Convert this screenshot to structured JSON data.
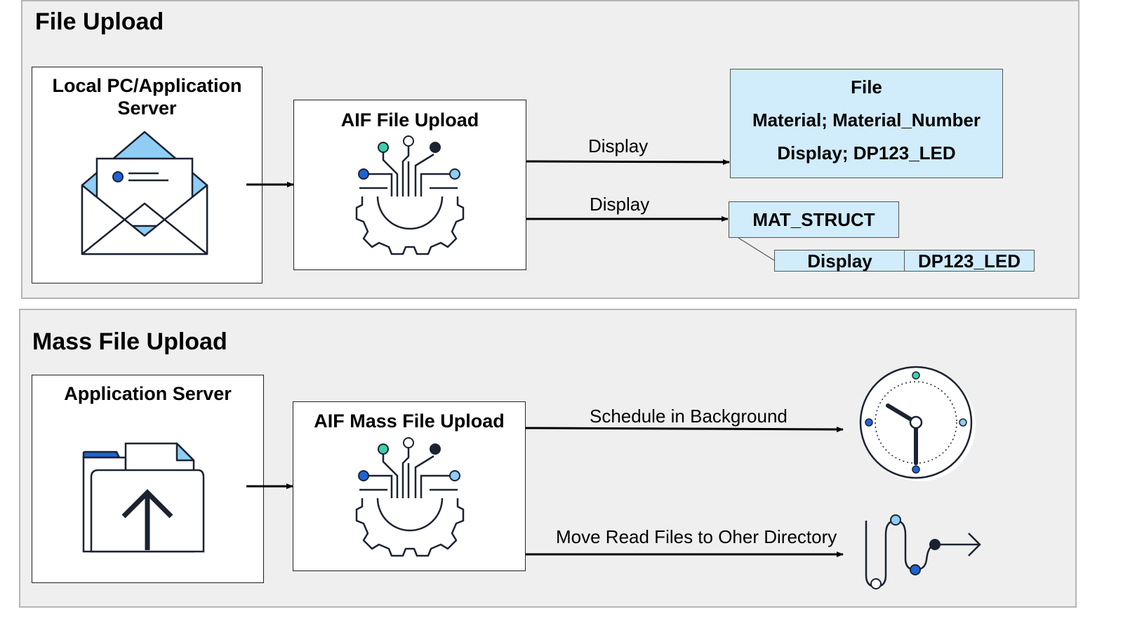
{
  "file_upload": {
    "title": "File Upload",
    "source_box": {
      "title_line1": "Local PC/Application",
      "title_line2": "Server",
      "icon": "envelope-icon"
    },
    "aif_box": {
      "title": "AIF File Upload",
      "icon": "gear-circuit-icon"
    },
    "flow1": {
      "label": "Display",
      "file_box": {
        "title": "File",
        "line1": "Material; Material_Number",
        "line2": "Display; DP123_LED"
      }
    },
    "flow2": {
      "label": "Display",
      "struct_box": {
        "title": "MAT_STRUCT",
        "field_name": "Display",
        "field_value": "DP123_LED"
      }
    }
  },
  "mass_upload": {
    "title": "Mass File Upload",
    "source_box": {
      "title": "Application Server",
      "icon": "folder-upload-icon"
    },
    "aif_box": {
      "title": "AIF Mass File Upload",
      "icon": "gear-circuit-icon"
    },
    "flow1": {
      "label": "Schedule in Background",
      "icon": "clock-icon"
    },
    "flow2": {
      "label": "Move Read Files to Oher Directory",
      "icon": "path-arrow-icon"
    }
  },
  "colors": {
    "panel_bg": "#efefef",
    "panel_border": "#b5b5b5",
    "light_blue": "#d1ecfb",
    "icon_blue": "#8fcdf5",
    "dot_blue": "#1c64d6",
    "dot_teal": "#3ed0aa",
    "dark": "#1b2331"
  }
}
